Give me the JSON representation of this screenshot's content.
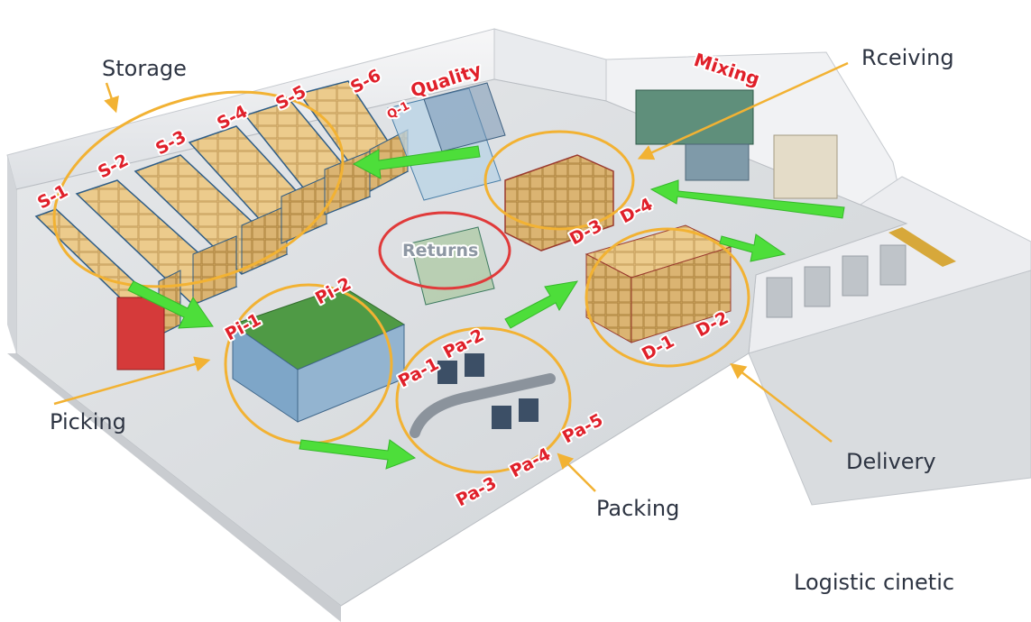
{
  "zones": {
    "storage": "Storage",
    "receiving": "Rceiving",
    "picking": "Picking",
    "packing": "Packing",
    "delivery": "Delivery"
  },
  "footer": "Logistic cinetic",
  "tags": {
    "s1": "S-1",
    "s2": "S-2",
    "s3": "S-3",
    "s4": "S-4",
    "s5": "S-5",
    "s6": "S-6",
    "q1": "Q-1",
    "quality": "Quality",
    "mixing": "Mixing",
    "returns": "Returns",
    "pi1": "Pi-1",
    "pi2": "Pi-2",
    "pa1": "Pa-1",
    "pa2": "Pa-2",
    "pa3": "Pa-3",
    "pa4": "Pa-4",
    "pa5": "Pa-5",
    "d1": "D-1",
    "d2": "D-2",
    "d3": "D-3",
    "d4": "D-4"
  },
  "colors": {
    "zone_ring": "#f2b233",
    "returns_ring": "#e03a3a",
    "flow_arrow": "#4dde3a",
    "tag_red": "#e0202a",
    "label_text": "#2d3442"
  }
}
